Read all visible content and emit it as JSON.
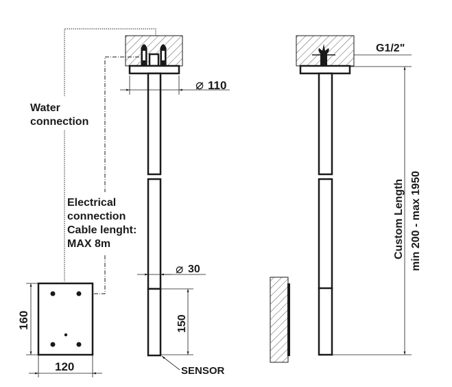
{
  "drawing": {
    "labels": {
      "water_connection": [
        "Water",
        "connection"
      ],
      "electrical_connection": [
        "Electrical",
        "connection",
        "Cable lenght:",
        "MAX 8m"
      ],
      "sensor": "SENSOR",
      "thread": "G1/2\"",
      "custom_length": [
        "Custom Length",
        "min 200 - max 1950"
      ]
    },
    "dimensions": {
      "flange_diameter": "110",
      "tube_diameter": "30",
      "sensor_length": "150",
      "box_height": "160",
      "box_width": "120"
    },
    "symbols": {
      "diameter": "⌀"
    },
    "colors": {
      "line": "#1a1a1a",
      "hatch": "#555555",
      "background": "#ffffff"
    }
  }
}
